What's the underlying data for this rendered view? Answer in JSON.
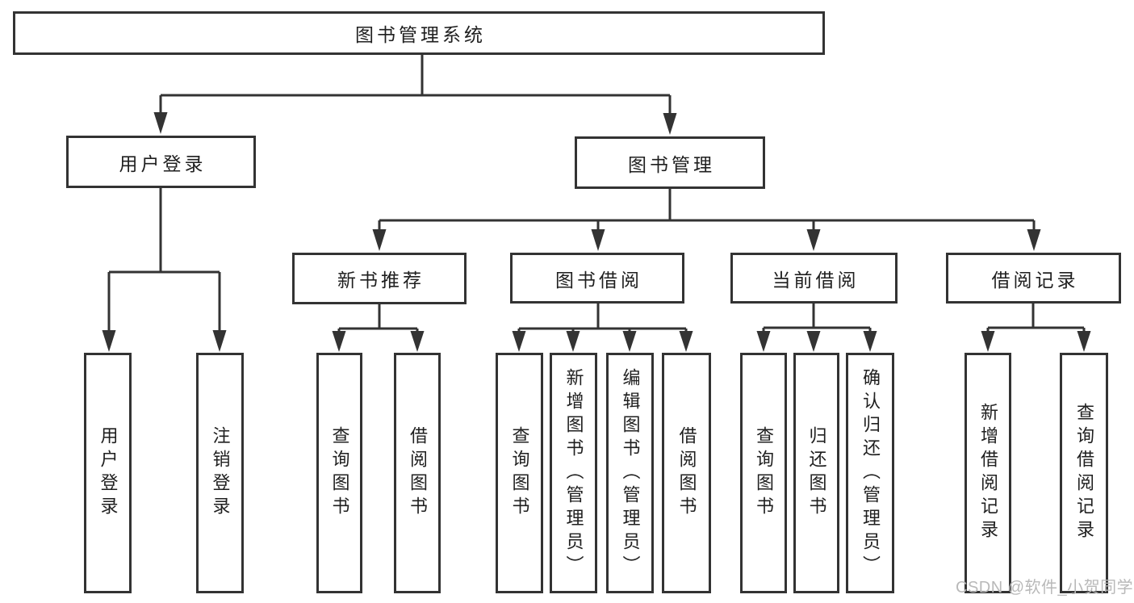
{
  "tree": {
    "label": "图书管理系统",
    "children": [
      {
        "label": "用户登录",
        "children": [
          {
            "label": "用户登录"
          },
          {
            "label": "注销登录"
          }
        ]
      },
      {
        "label": "图书管理",
        "children": [
          {
            "label": "新书推荐",
            "children": [
              {
                "label": "查询图书"
              },
              {
                "label": "借阅图书"
              }
            ]
          },
          {
            "label": "图书借阅",
            "children": [
              {
                "label": "查询图书"
              },
              {
                "label": "新增图书（管理员）"
              },
              {
                "label": "编辑图书（管理员）"
              },
              {
                "label": "借阅图书"
              }
            ]
          },
          {
            "label": "当前借阅",
            "children": [
              {
                "label": "查询图书"
              },
              {
                "label": "归还图书"
              },
              {
                "label": "确认归还（管理员）"
              }
            ]
          },
          {
            "label": "借阅记录",
            "children": [
              {
                "label": "新增借阅记录"
              },
              {
                "label": "查询借阅记录"
              }
            ]
          }
        ]
      }
    ]
  },
  "watermark": {
    "text": "CSDN @软件_小贺同学"
  },
  "colors": {
    "line": "#333333",
    "text": "#1f1f1f",
    "watermark": "#b9b9b9",
    "background": "#ffffff"
  }
}
